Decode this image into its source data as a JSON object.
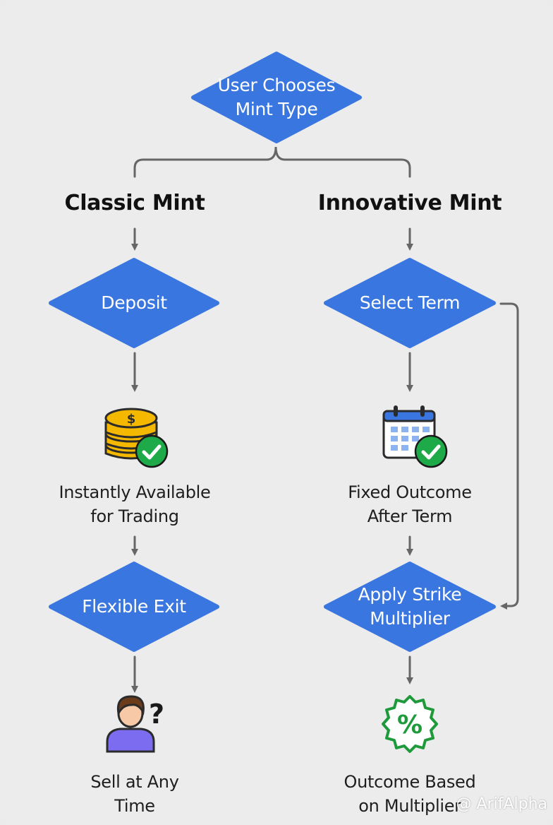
{
  "colors": {
    "diamond_fill": "#3a76e0",
    "connector": "#666666",
    "check_green": "#1faa49",
    "coin_gold": "#f5b800",
    "coin_outline": "#2b2b2b",
    "calendar_blue": "#3a76e0",
    "person_shirt": "#7b6cf0",
    "person_hair": "#6b3b1a",
    "percent_green": "#1e9a3b"
  },
  "nodes": {
    "start": {
      "label_line1": "User Chooses",
      "label_line2": "Mint Type"
    },
    "classic": {
      "heading": "Classic Mint",
      "deposit": "Deposit",
      "available_line1": "Instantly Available",
      "available_line2": "for Trading",
      "exit": "Flexible Exit",
      "sell_line1": "Sell at Any",
      "sell_line2": "Time"
    },
    "innovative": {
      "heading": "Innovative Mint",
      "select_term": "Select Term",
      "fixed_line1": "Fixed Outcome",
      "fixed_line2": "After Term",
      "strike_line1": "Apply Strike",
      "strike_line2": "Multiplier",
      "outcome_line1": "Outcome Based",
      "outcome_line2": "on Multiplier"
    }
  },
  "icons": {
    "coin": "coin-stack-icon",
    "calendar": "calendar-icon",
    "person": "person-question-icon",
    "percent": "percent-badge-icon",
    "check": "checkmark-icon",
    "coin_symbol": "$",
    "question_mark": "?",
    "percent_symbol": "%"
  },
  "watermark": "@ ArifAlpha"
}
